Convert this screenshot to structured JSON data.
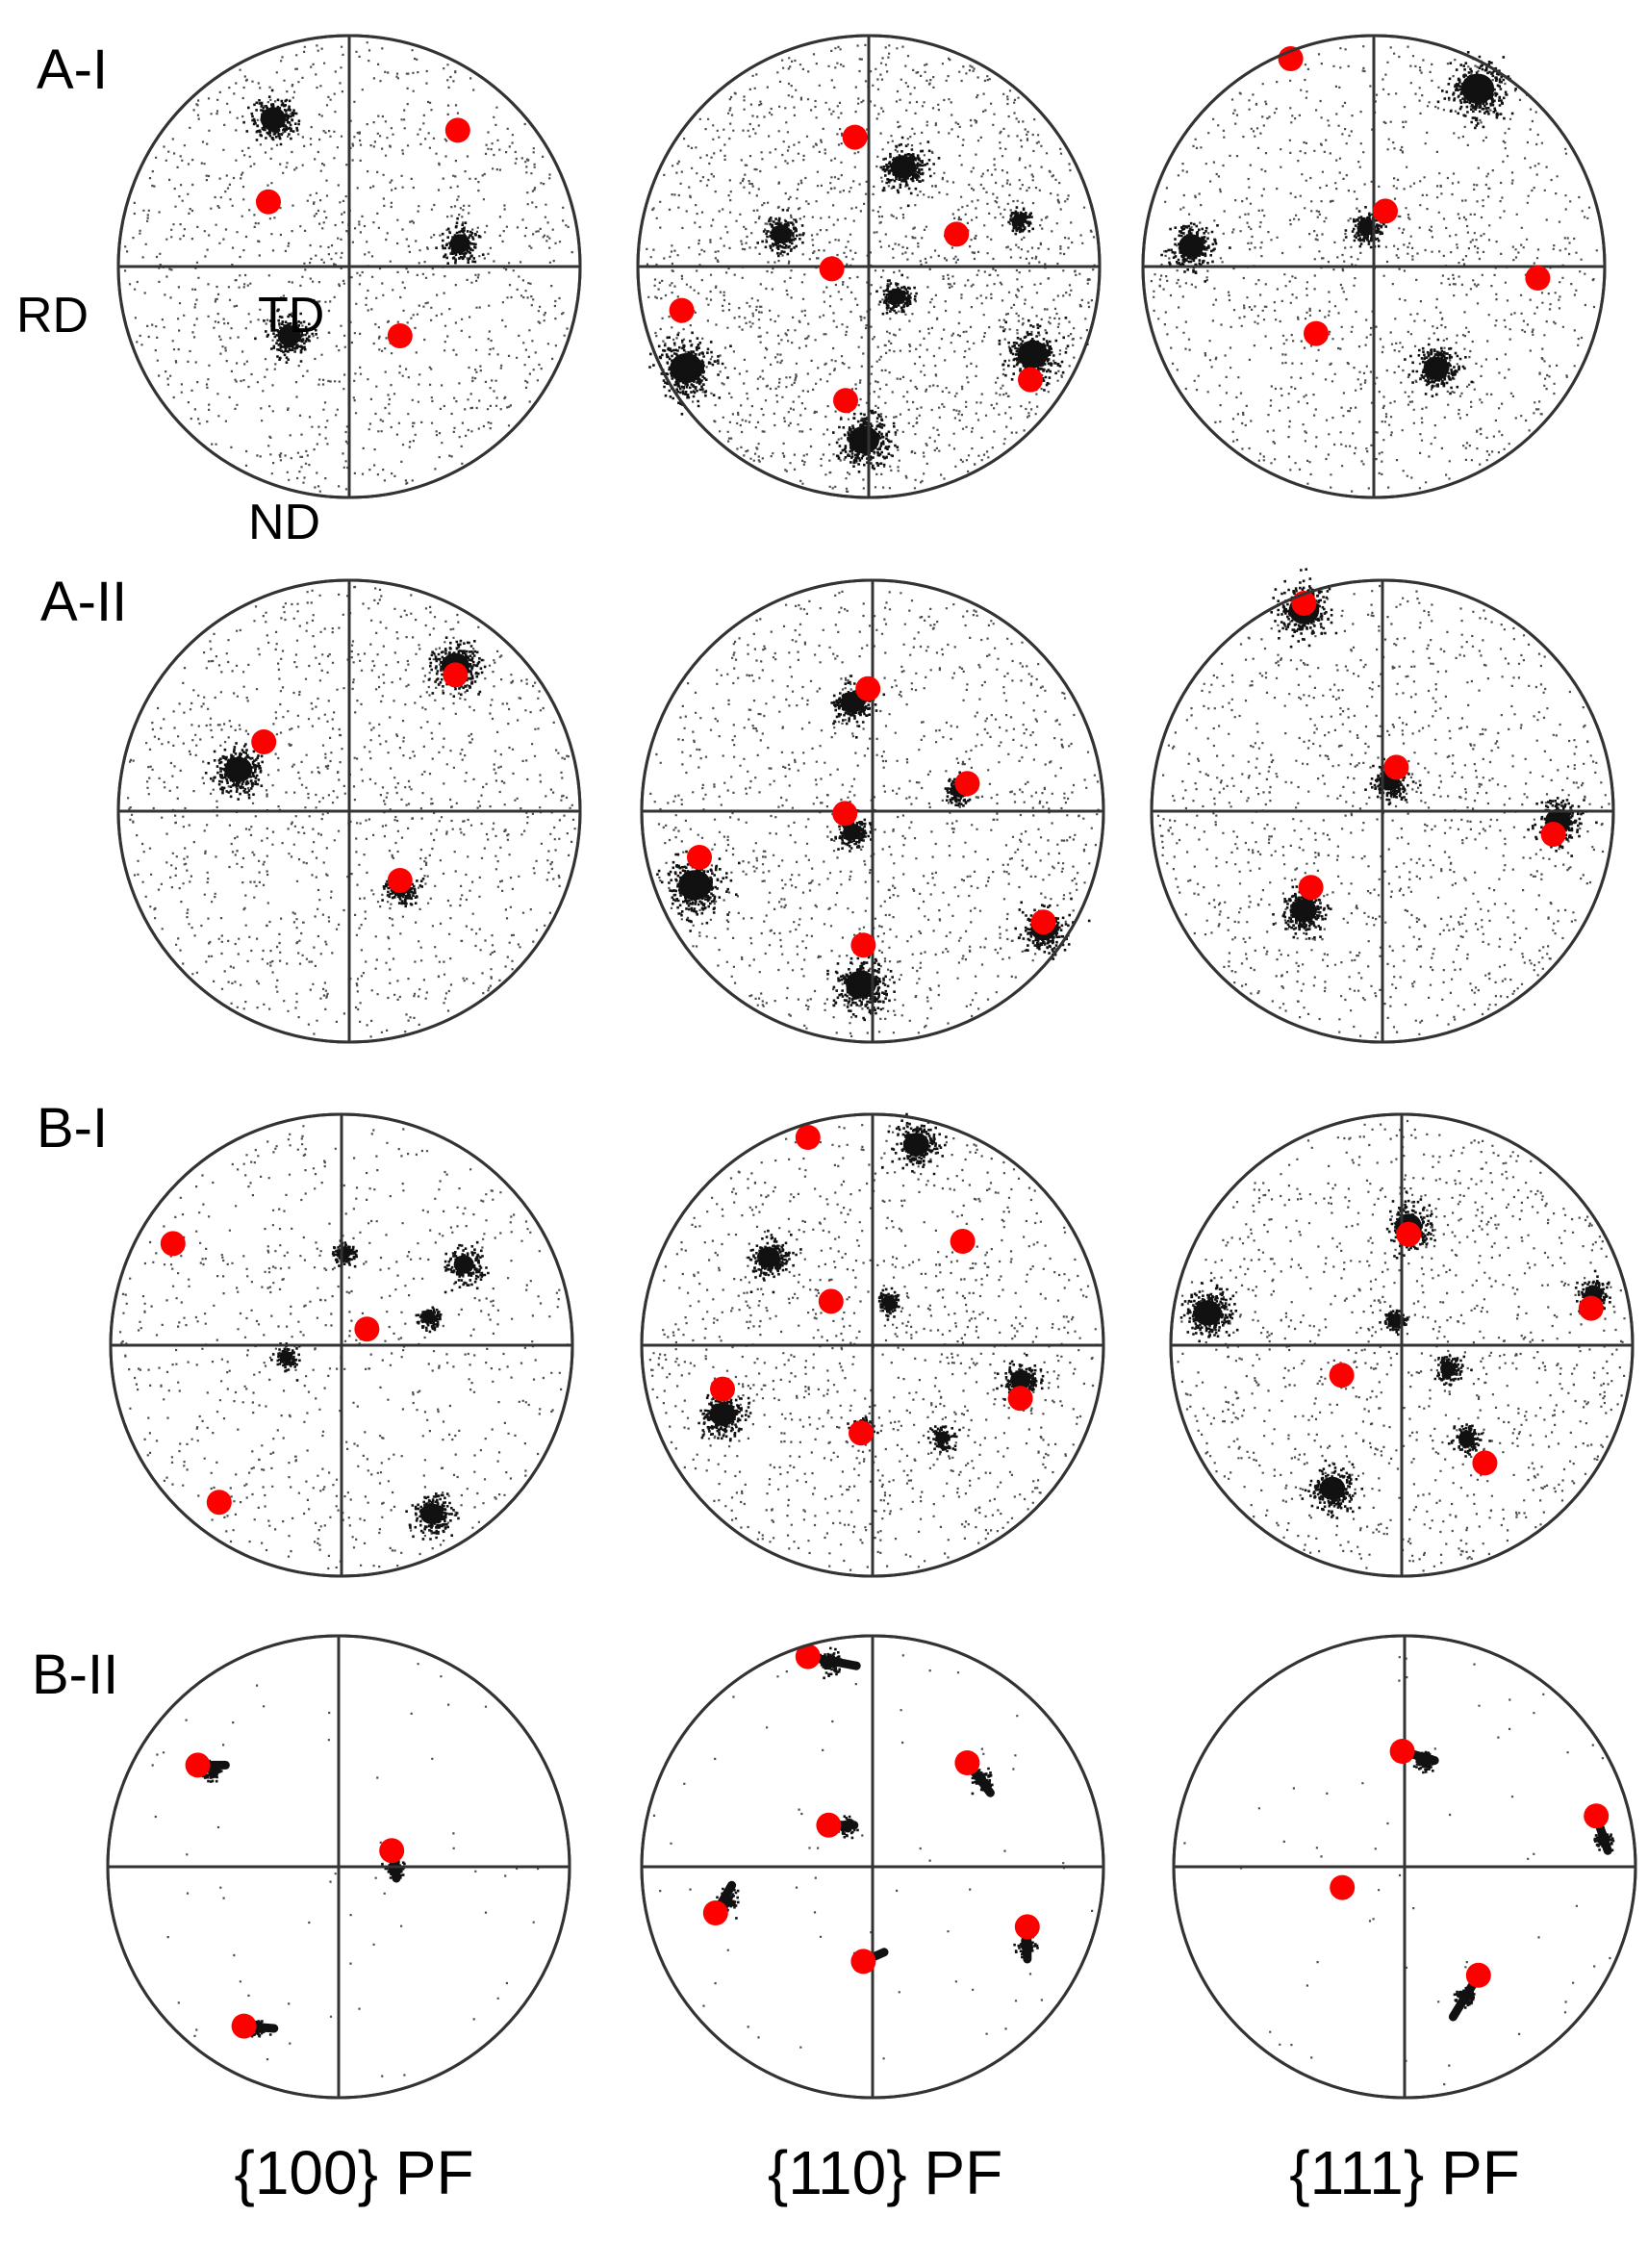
{
  "rows": [
    {
      "label": "A-I"
    },
    {
      "label": "A-II"
    },
    {
      "label": "B-I"
    },
    {
      "label": "B-II"
    }
  ],
  "columns": [
    {
      "label": "{100} PF"
    },
    {
      "label": "{110} PF"
    },
    {
      "label": "{111} PF"
    }
  ],
  "axes": {
    "rd": "RD",
    "td": "TD",
    "nd": "ND"
  },
  "colors": {
    "marker": "#ff0000",
    "scatter": "#111111",
    "outline": "#333333"
  },
  "plots": [
    {
      "row": 0,
      "col": 0,
      "density": "medium",
      "markers": [
        [
          0.47,
          0.59
        ],
        [
          -0.35,
          0.28
        ],
        [
          0.22,
          -0.3
        ]
      ],
      "clusters": [
        [
          -0.33,
          0.64,
          0.1
        ],
        [
          0.48,
          0.1,
          0.08
        ],
        [
          -0.26,
          -0.3,
          0.09
        ]
      ]
    },
    {
      "row": 0,
      "col": 1,
      "density": "high",
      "markers": [
        [
          -0.06,
          0.56
        ],
        [
          0.38,
          0.14
        ],
        [
          -0.16,
          -0.01
        ],
        [
          -0.81,
          -0.19
        ],
        [
          0.7,
          -0.49
        ],
        [
          -0.1,
          -0.58
        ]
      ],
      "clusters": [
        [
          0.15,
          0.43,
          0.1
        ],
        [
          -0.38,
          0.14,
          0.08
        ],
        [
          0.12,
          -0.13,
          0.07
        ],
        [
          -0.79,
          -0.44,
          0.13
        ],
        [
          0.71,
          -0.38,
          0.12
        ],
        [
          -0.02,
          -0.75,
          0.12
        ],
        [
          0.65,
          0.2,
          0.05
        ]
      ]
    },
    {
      "row": 0,
      "col": 2,
      "density": "medium",
      "markers": [
        [
          -0.36,
          0.9
        ],
        [
          0.05,
          0.24
        ],
        [
          0.71,
          -0.05
        ],
        [
          -0.25,
          -0.29
        ]
      ],
      "clusters": [
        [
          0.45,
          0.77,
          0.13
        ],
        [
          -0.79,
          0.09,
          0.1
        ],
        [
          -0.03,
          0.17,
          0.07
        ],
        [
          0.27,
          -0.44,
          0.1
        ]
      ]
    },
    {
      "row": 1,
      "col": 0,
      "density": "medium",
      "markers": [
        [
          0.46,
          0.59
        ],
        [
          -0.37,
          0.3
        ],
        [
          0.22,
          -0.3
        ]
      ],
      "clusters": [
        [
          0.46,
          0.63,
          0.11
        ],
        [
          -0.48,
          0.18,
          0.11
        ],
        [
          0.22,
          -0.33,
          0.07
        ]
      ]
    },
    {
      "row": 1,
      "col": 1,
      "density": "medium",
      "markers": [
        [
          -0.02,
          0.53
        ],
        [
          0.41,
          0.12
        ],
        [
          -0.12,
          -0.01
        ],
        [
          -0.75,
          -0.2
        ],
        [
          0.74,
          -0.48
        ],
        [
          -0.04,
          -0.58
        ]
      ],
      "clusters": [
        [
          -0.09,
          0.47,
          0.09
        ],
        [
          0.37,
          0.09,
          0.06
        ],
        [
          -0.09,
          -0.09,
          0.07
        ],
        [
          -0.77,
          -0.32,
          0.13
        ],
        [
          0.74,
          -0.51,
          0.1
        ],
        [
          -0.05,
          -0.75,
          0.12
        ]
      ]
    },
    {
      "row": 1,
      "col": 2,
      "density": "medium",
      "markers": [
        [
          -0.34,
          0.9
        ],
        [
          0.06,
          0.19
        ],
        [
          0.74,
          -0.1
        ],
        [
          -0.31,
          -0.33
        ]
      ],
      "clusters": [
        [
          -0.34,
          0.87,
          0.12
        ],
        [
          0.03,
          0.13,
          0.08
        ],
        [
          0.76,
          -0.04,
          0.1
        ],
        [
          -0.34,
          -0.43,
          0.1
        ]
      ]
    },
    {
      "row": 2,
      "col": 0,
      "density": "low",
      "markers": [
        [
          -0.73,
          0.44
        ],
        [
          0.11,
          0.07
        ],
        [
          -0.53,
          -0.68
        ]
      ],
      "clusters": [
        [
          0.53,
          0.35,
          0.08
        ],
        [
          -0.24,
          -0.05,
          0.05
        ],
        [
          0.39,
          -0.73,
          0.09
        ],
        [
          0.01,
          0.4,
          0.05
        ],
        [
          0.38,
          0.12,
          0.05
        ]
      ]
    },
    {
      "row": 2,
      "col": 1,
      "density": "medium",
      "markers": [
        [
          -0.28,
          0.9
        ],
        [
          0.39,
          0.45
        ],
        [
          -0.18,
          0.19
        ],
        [
          -0.65,
          -0.19
        ],
        [
          0.64,
          -0.23
        ],
        [
          -0.05,
          -0.38
        ]
      ],
      "clusters": [
        [
          0.19,
          0.87,
          0.1
        ],
        [
          -0.45,
          0.38,
          0.09
        ],
        [
          -0.65,
          -0.3,
          0.1
        ],
        [
          0.64,
          -0.15,
          0.08
        ],
        [
          0.07,
          0.19,
          0.05
        ],
        [
          -0.05,
          -0.36,
          0.05
        ],
        [
          0.3,
          -0.4,
          0.05
        ]
      ]
    },
    {
      "row": 2,
      "col": 2,
      "density": "medium",
      "markers": [
        [
          0.03,
          0.48
        ],
        [
          0.82,
          0.16
        ],
        [
          -0.26,
          -0.13
        ],
        [
          0.36,
          -0.51
        ]
      ],
      "clusters": [
        [
          -0.84,
          0.14,
          0.11
        ],
        [
          0.03,
          0.52,
          0.1
        ],
        [
          0.83,
          0.22,
          0.07
        ],
        [
          -0.3,
          -0.62,
          0.1
        ],
        [
          0.28,
          -0.4,
          0.06
        ],
        [
          0.2,
          -0.1,
          0.06
        ],
        [
          -0.03,
          0.11,
          0.05
        ]
      ]
    },
    {
      "row": 3,
      "col": 0,
      "density": "sparse",
      "markers": [
        [
          -0.61,
          0.44
        ],
        [
          0.23,
          0.07
        ],
        [
          -0.41,
          -0.69
        ]
      ],
      "clusters": [
        [
          -0.55,
          0.42,
          0.04
        ],
        [
          0.24,
          0.0,
          0.04
        ],
        [
          -0.36,
          -0.7,
          0.04
        ]
      ],
      "streaks": [
        [
          -0.61,
          0.44,
          -0.49,
          0.44
        ],
        [
          0.23,
          0.07,
          0.25,
          -0.05
        ],
        [
          -0.41,
          -0.69,
          -0.28,
          -0.7
        ]
      ]
    },
    {
      "row": 3,
      "col": 1,
      "density": "sparse",
      "markers": [
        [
          -0.28,
          0.91
        ],
        [
          0.41,
          0.45
        ],
        [
          -0.19,
          0.18
        ],
        [
          -0.68,
          -0.2
        ],
        [
          0.67,
          -0.26
        ],
        [
          -0.04,
          -0.41
        ]
      ],
      "clusters": [
        [
          -0.18,
          0.89,
          0.05
        ],
        [
          0.47,
          0.38,
          0.04
        ],
        [
          -0.12,
          0.18,
          0.04
        ],
        [
          -0.63,
          -0.14,
          0.04
        ],
        [
          0.66,
          -0.34,
          0.04
        ]
      ],
      "streaks": [
        [
          -0.28,
          0.91,
          -0.07,
          0.87
        ],
        [
          0.41,
          0.45,
          0.51,
          0.32
        ],
        [
          -0.19,
          0.18,
          -0.08,
          0.18
        ],
        [
          -0.68,
          -0.2,
          -0.61,
          -0.08
        ],
        [
          0.67,
          -0.26,
          0.67,
          -0.4
        ],
        [
          -0.04,
          -0.41,
          0.05,
          -0.37
        ]
      ]
    },
    {
      "row": 3,
      "col": 2,
      "density": "sparse",
      "markers": [
        [
          -0.01,
          0.5
        ],
        [
          0.83,
          0.22
        ],
        [
          -0.27,
          -0.09
        ],
        [
          0.32,
          -0.47
        ]
      ],
      "clusters": [
        [
          0.08,
          0.46,
          0.04
        ],
        [
          0.86,
          0.12,
          0.04
        ],
        [
          0.26,
          -0.56,
          0.04
        ]
      ],
      "streaks": [
        [
          -0.01,
          0.5,
          0.13,
          0.46
        ],
        [
          0.83,
          0.22,
          0.88,
          0.07
        ],
        [
          0.32,
          -0.47,
          0.21,
          -0.65
        ]
      ]
    }
  ]
}
